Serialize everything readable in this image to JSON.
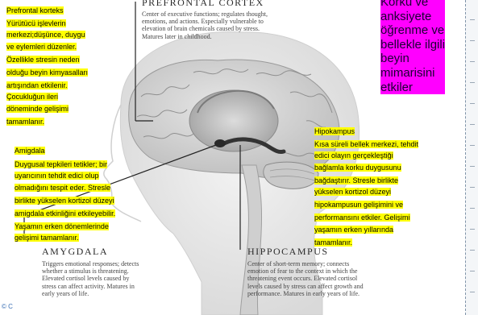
{
  "prefrontal": {
    "title": "PREFRONTAL CORTEX",
    "desc_lines": [
      "Center of executive functions; regulates thought,",
      "emotions, and actions. Especially vulnerable to",
      "elevation of brain chemicals caused by stress.",
      "Matures later in childhood."
    ],
    "tr_lines": [
      "Prefrontal korteks",
      "Yürütücü işlevlerin",
      "merkezi;düşünce, duygu",
      "ve eylemleri düzenler.",
      "Özellikle stresin neden",
      "olduğu beyin kimyasalları",
      "artışından etkilenir.",
      "Çocukluğun ileri",
      "döneminde gelişimi",
      "tamamlanır."
    ]
  },
  "magenta_note": {
    "lines": [
      "Korku ve",
      "anksiyete",
      "öğrenme ve",
      "bellekle ilgili",
      "beyin",
      "mimarisini",
      "etkiler"
    ],
    "color": "#ff00ff"
  },
  "amygdala": {
    "title": "AMYGDALA",
    "desc_lines": [
      "Triggers emotional responses; detects",
      "whether a stimulus is threatening.",
      "Elevated cortisol levels caused by",
      "stress can affect activity. Matures in",
      "early years of life."
    ],
    "tr_lines": [
      "Amigdala",
      "Duygusal tepkileri tetikler; bir",
      "uyarıcının tehdit edici olup",
      "olmadığını tespit eder. Stresle",
      "birlikte yükselen kortizol düzeyi",
      "amigdala etkinliğini etkileyebilir.",
      "Yaşamın erken dönemlerinde",
      "gelişimi tamamlanır."
    ]
  },
  "hippocampus": {
    "title": "HIPPOCAMPUS",
    "desc_lines": [
      "Center of short-term memory; connects",
      "emotion of fear to the context in which the",
      "threatening event occurs. Elevated cortisol",
      "levels caused by stress can affect growth and",
      "performance. Matures in early years of life."
    ],
    "tr_lines": [
      "Hipokampus",
      "Kısa süreli bellek merkezi, tehdit",
      "edici olayın gerçekleştiği",
      "bağlamla korku duygusunu",
      "bağdaştırır. Stresle birlikte",
      "yükselen kortizol düzeyi",
      "hipokampusun gelişimini ve",
      "performansını etkiler. Gelişimi",
      "yaşamın erken yıllarında",
      "tamamlanır."
    ]
  },
  "copyright": "© C",
  "colors": {
    "highlight": "#ffff00",
    "magenta": "#ff00ff"
  }
}
